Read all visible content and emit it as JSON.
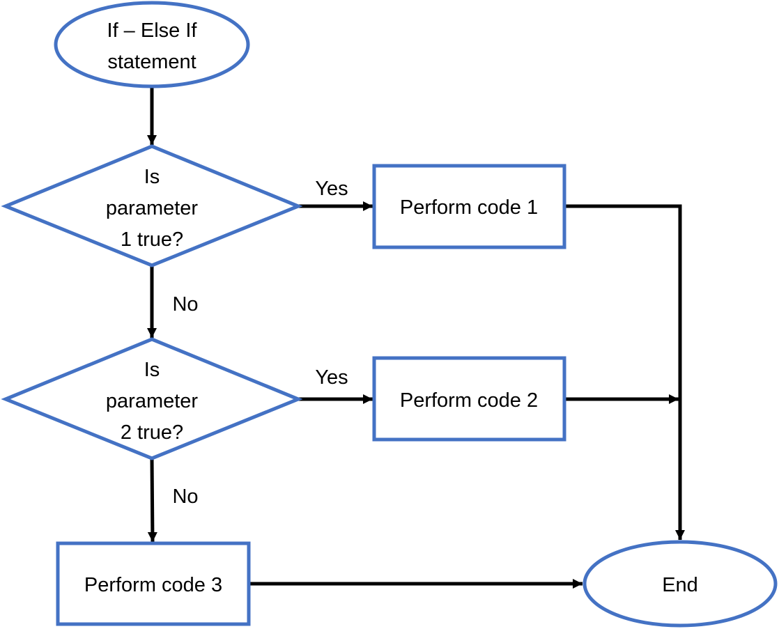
{
  "colors": {
    "shape_stroke": "#4472C4",
    "connector": "#000000",
    "text": "#000000",
    "background": "#FFFFFF"
  },
  "nodes": {
    "start": {
      "type": "ellipse",
      "line1": "If – Else If",
      "line2": "statement"
    },
    "decision1": {
      "type": "diamond",
      "line1": "Is",
      "line2": "parameter",
      "line3": "1 true?"
    },
    "decision2": {
      "type": "diamond",
      "line1": "Is",
      "line2": "parameter",
      "line3": "2 true?"
    },
    "code1": {
      "type": "rect",
      "label": "Perform code 1"
    },
    "code2": {
      "type": "rect",
      "label": "Perform code 2"
    },
    "code3": {
      "type": "rect",
      "label": "Perform code 3"
    },
    "end": {
      "type": "ellipse",
      "label": "End"
    }
  },
  "edges": {
    "d1_yes": "Yes",
    "d1_no": "No",
    "d2_yes": "Yes",
    "d2_no": "No"
  }
}
